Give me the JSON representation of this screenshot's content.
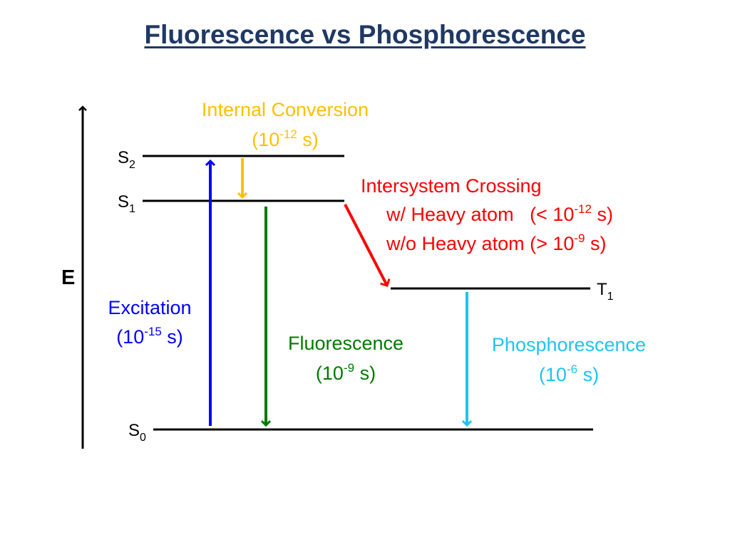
{
  "title": "Fluorescence vs Phosphorescence",
  "axis_label": "E",
  "levels": {
    "s2": {
      "base": "S",
      "sub": "2"
    },
    "s1": {
      "base": "S",
      "sub": "1"
    },
    "t1": {
      "base": "T",
      "sub": "1"
    },
    "s0": {
      "base": "S",
      "sub": "0"
    }
  },
  "internal_conversion": {
    "label": "Internal Conversion",
    "time_prefix": "(10",
    "time_exp": "-12",
    "time_suffix": " s)"
  },
  "intersystem_crossing": {
    "label": "Intersystem Crossing",
    "heavy_prefix": "w/ Heavy atom   (< 10",
    "heavy_exp": "-12",
    "heavy_suffix": " s)",
    "noheavy_prefix": "w/o Heavy atom (> 10",
    "noheavy_exp": "-9",
    "noheavy_suffix": " s)"
  },
  "excitation": {
    "label": "Excitation",
    "time_prefix": "(10",
    "time_exp": "-15",
    "time_suffix": " s)"
  },
  "fluorescence": {
    "label": "Fluorescence",
    "time_prefix": "(10",
    "time_exp": "-9",
    "time_suffix": " s)"
  },
  "phosphorescence": {
    "label": "Phosphorescence",
    "time_prefix": "(10",
    "time_exp": "-6",
    "time_suffix": " s)"
  },
  "colors": {
    "title": "#1F3864",
    "internal_conversion": "#FFC000",
    "intersystem_crossing": "#FF0000",
    "excitation": "#0000FF",
    "fluorescence": "#007A00",
    "phosphorescence": "#1FC4F0",
    "lines": "#000000"
  }
}
